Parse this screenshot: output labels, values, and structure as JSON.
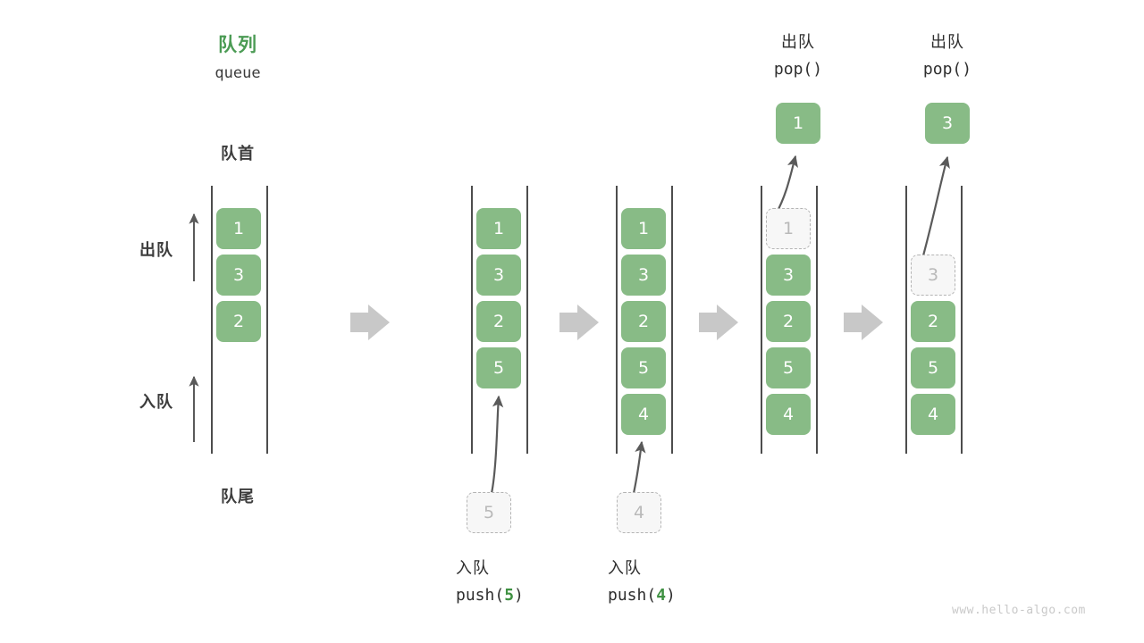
{
  "diagram": {
    "title_cn": "队列",
    "title_en": "queue",
    "front_label": "队首",
    "rear_label": "队尾",
    "dequeue_label": "出队",
    "enqueue_label": "入队",
    "watermark": "www.hello-algo.com",
    "colors": {
      "cell_fill": "#88bb86",
      "cell_text": "#ffffff",
      "ghost_fill": "#f7f7f7",
      "ghost_border": "#b4b4b4",
      "ghost_text": "#b9b9b9",
      "rail": "#4d4d4d",
      "accent_green": "#4b9b54",
      "code_green": "#3f9142",
      "sep_arrow": "#c8c8c8",
      "thin_arrow": "#5a5a5a",
      "text_dark": "#3c3c3c",
      "watermark": "#c9c9c9"
    }
  },
  "columns": [
    {
      "id": "initial",
      "cells": [
        "1",
        "3",
        "2"
      ],
      "ghost_index": null,
      "op_cn": null,
      "op_code": null,
      "op_code_prefix": null,
      "op_code_num": null,
      "op_code_suffix": null,
      "popped_value": null,
      "pop_label_cn": null,
      "pop_label_code": null,
      "incoming_value": null
    },
    {
      "id": "push-5",
      "cells": [
        "1",
        "3",
        "2",
        "5"
      ],
      "ghost_index": null,
      "op_cn": "入队",
      "op_code_prefix": "push(",
      "op_code_num": "5",
      "op_code_suffix": ")",
      "popped_value": null,
      "pop_label_cn": null,
      "pop_label_code": null,
      "incoming_value": "5"
    },
    {
      "id": "push-4",
      "cells": [
        "1",
        "3",
        "2",
        "5",
        "4"
      ],
      "ghost_index": null,
      "op_cn": "入队",
      "op_code_prefix": "push(",
      "op_code_num": "4",
      "op_code_suffix": ")",
      "popped_value": null,
      "pop_label_cn": null,
      "pop_label_code": null,
      "incoming_value": "4"
    },
    {
      "id": "pop-1",
      "cells": [
        "1",
        "3",
        "2",
        "5",
        "4"
      ],
      "ghost_index": 0,
      "op_cn": null,
      "op_code_prefix": null,
      "op_code_num": null,
      "op_code_suffix": null,
      "popped_value": "1",
      "pop_label_cn": "出队",
      "pop_label_code": "pop()",
      "incoming_value": null
    },
    {
      "id": "pop-3",
      "cells": [
        "",
        "3",
        "2",
        "5",
        "4"
      ],
      "ghost_index": 1,
      "op_cn": null,
      "op_code_prefix": null,
      "op_code_num": null,
      "op_code_suffix": null,
      "popped_value": "3",
      "pop_label_cn": "出队",
      "pop_label_code": "pop()",
      "incoming_value": null
    }
  ],
  "separators": [
    {
      "name": "sep-1"
    },
    {
      "name": "sep-2"
    },
    {
      "name": "sep-3"
    },
    {
      "name": "sep-4"
    }
  ]
}
